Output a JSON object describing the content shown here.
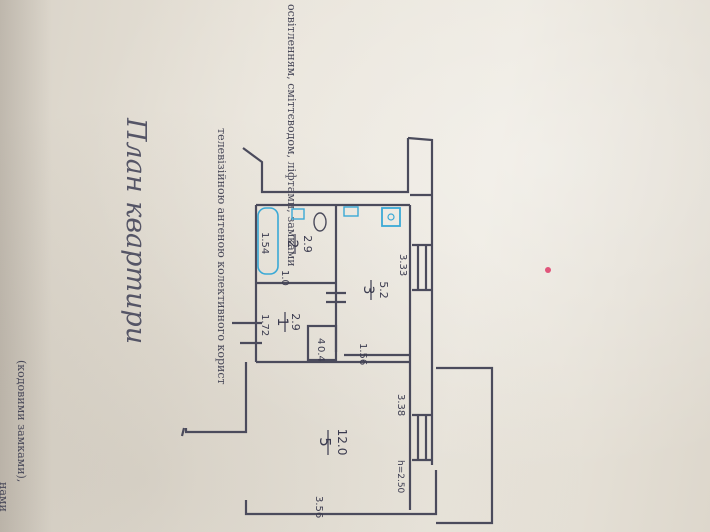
{
  "header_texts": {
    "line1": "освітленням, сміттєводом, ліфтами, замками",
    "line2": "телевізійною антеною колективного корист",
    "line3": "(кодовими замками),",
    "line4": "нами"
  },
  "plan": {
    "title": "План квартири",
    "rooms": [
      {
        "number": "1",
        "area": "2.9"
      },
      {
        "number": "2",
        "area": "2.9"
      },
      {
        "number": "3",
        "area": "5.2"
      },
      {
        "number": "4",
        "area": "0.4"
      },
      {
        "number": "5",
        "area": "12.0"
      }
    ],
    "dimensions": {
      "bath_width": "1.54",
      "corridor_width": "1.72",
      "wall_small": "1.0",
      "kitchen_width": "3.33",
      "room_width": "3.38",
      "kitchen_depth": "1.56",
      "room_length": "3.56",
      "height": "h=2.50"
    }
  },
  "colors": {
    "paper": "#e7e2d8",
    "ink": "#3b3b4f",
    "fixture_blue": "#3aa9d6"
  }
}
